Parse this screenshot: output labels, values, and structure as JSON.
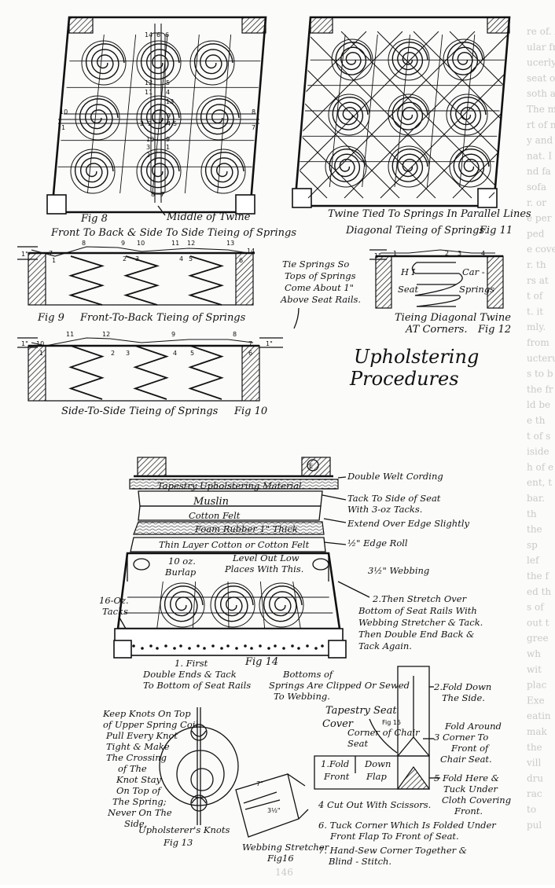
{
  "title": {
    "line1": "Upholstering",
    "line2": "Procedures"
  },
  "fig8": {
    "label": "Fig 8",
    "middle_note": "Middle of Twine",
    "caption": "Front To Back & Side To Side Tieing of Springs",
    "numbers_top": [
      "14",
      "6",
      "6"
    ],
    "numbers_mid": [
      "12",
      "5",
      "11",
      "4",
      "13"
    ],
    "numbers_left": [
      "10",
      "1"
    ],
    "numbers_right": [
      "8",
      "7"
    ],
    "numbers_center": [
      "2",
      "3",
      "9",
      "4",
      "5"
    ],
    "numbers_low": [
      "10",
      "3",
      "2",
      "9",
      "1",
      "8",
      "7"
    ]
  },
  "fig11": {
    "label": "Fig 11",
    "note": "Twine Tied To Springs In Parallel Lines",
    "caption": "Diagonal Tieing of Springs."
  },
  "fig9": {
    "label": "Fig 9",
    "caption": "Front-To-Back Tieing of Springs",
    "numbers": [
      "7",
      "8",
      "9",
      "10",
      "11",
      "12",
      "13",
      "14",
      "1",
      "2",
      "3",
      "4",
      "5",
      "6"
    ]
  },
  "fig10": {
    "label": "Fig 10",
    "caption": "Side-To-Side Tieing of Springs",
    "numbers": [
      "10",
      "11",
      "12",
      "9",
      "8",
      "7",
      "1",
      "2",
      "3",
      "4",
      "5",
      "6"
    ]
  },
  "fig12": {
    "label": "Fig 12",
    "caption_line1": "Tieing Diagonal Twine",
    "caption_line2": "AT Corners.",
    "inner_left_1": "H I",
    "inner_left_2": "Seat",
    "inner_right_1": "Car -",
    "inner_right_2": "Springs",
    "numbers": [
      "1",
      "2",
      "3",
      "4"
    ]
  },
  "spring_note": [
    "Tie Springs So",
    "Tops of Springs",
    "Come About 1\"",
    "Above Seat Rails."
  ],
  "gap_marker": "1\"",
  "fig14": {
    "label": "Fig 14",
    "badge": "E",
    "layers": {
      "tapestry": "Tapestry Upholstering Material",
      "muslin": "Muslin",
      "cotton_felt": "Cotton Felt",
      "foam": "Foam Rubber 1\" Thick",
      "thin_layer": "Thin Layer Cotton or Cotton Felt",
      "burlap_1": "10 oz.",
      "burlap_2": "Burlap",
      "level_1": "Level Out Low",
      "level_2": "Places With This."
    },
    "callouts": {
      "welt": "Double Welt Cording",
      "tack_1": "Tack To Side of Seat",
      "tack_2": "With 3-oz Tacks.",
      "extend": "Extend Over Edge Slightly",
      "edge_roll": "½\" Edge Roll",
      "webbing": "3½\" Webbing",
      "tacks16_1": "16-Oz.",
      "tacks16_2": "Tacks",
      "stretch": [
        "2.Then Stretch Over",
        "Bottom of Seat Rails With",
        "Webbing Stretcher & Tack.",
        "Then Double End Back &",
        "Tack Again."
      ],
      "first": [
        "1. First",
        "Double Ends & Tack",
        "To Bottom of Seat Rails"
      ],
      "bottoms": [
        "Bottoms of",
        "Springs Are Clipped Or Sewed",
        "To Webbing."
      ]
    }
  },
  "fig13": {
    "label": "Fig 13",
    "title": "Upholsterer's Knots",
    "note": [
      "Keep Knots On Top",
      "of Upper Spring Coil.",
      "Pull Every Knot",
      "Tight & Make",
      "The Crossing",
      "of The",
      "Knot Stay",
      "On Top of",
      "The Spring;",
      "Never On The",
      "Side."
    ]
  },
  "fig15": {
    "title": "Tapestry Seat",
    "subtitle": "Cover",
    "label": "Fig 15",
    "corner": [
      "Corner of Chair",
      "Seat"
    ],
    "fold_front": [
      "1.Fold",
      "Front"
    ],
    "down_flap": [
      "Down",
      "Flap"
    ],
    "steps": {
      "s2": [
        "2.Fold Down",
        "The Side."
      ],
      "s3": [
        "Fold Around",
        "3 Corner To",
        "Front of",
        "Chair Seat."
      ],
      "s5": [
        "5 Fold Here &",
        "Tuck Under",
        "Cloth Covering",
        "Front."
      ],
      "s4": "4 Cut Out With Scissors.",
      "s6": [
        "6. Tuck Corner Which Is Folded Under",
        "Front Flap To Front of Seat."
      ],
      "s7": [
        "7. Hand-Sew Corner Together &",
        "Blind - Stitch."
      ]
    }
  },
  "fig16": {
    "label_1": "Webbing Stretcher",
    "label_2": "Fig16",
    "dim_a": "7\"",
    "dim_b": "3½\""
  },
  "page_number": "146",
  "bleed_text": [
    "re of. A",
    "ular fra",
    "ucerly",
    "seat of",
    "soth ar",
    "The ma",
    "rt of n",
    "y and",
    "nat. I",
    "nd fa",
    "sofa",
    "r. or",
    "e per",
    "ped",
    "e cove",
    "r. th",
    "rs at",
    "t of",
    "t. it",
    "mly.",
    "from",
    "ucteru",
    "s to b",
    "the fr",
    "ld be",
    "e th",
    "t of s",
    "iside",
    "h of e",
    "ent, t",
    "bar.",
    "th",
    "the",
    "sp",
    "lef",
    "the f",
    "ed th",
    "s of",
    "out t",
    "gree",
    "wh",
    "wit",
    "plac",
    "Exe",
    "eatin",
    "mak",
    "the",
    "vill",
    "dru",
    "rac",
    "to",
    "pul"
  ]
}
